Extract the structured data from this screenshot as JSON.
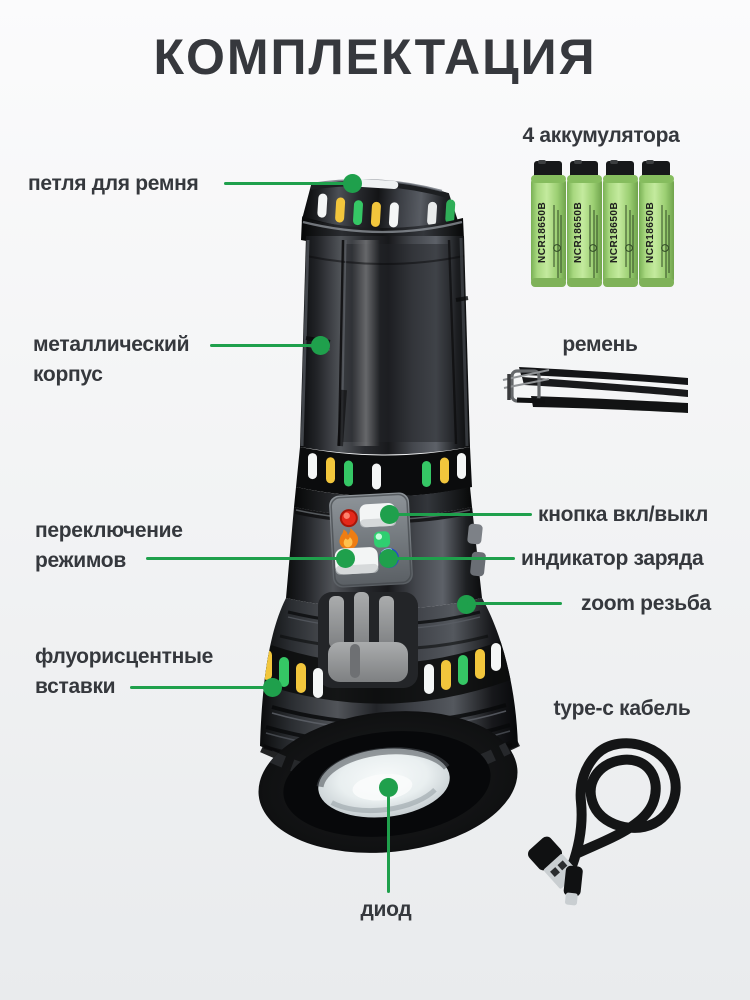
{
  "title": "КОМПЛЕКТАЦИЯ",
  "colors": {
    "accent_green": "#1fa04c",
    "text": "#35383d",
    "insert_yellow": "#f2c63c",
    "insert_green": "#35c765",
    "insert_white": "#f4f6f6",
    "battery_green": "#a6d77e"
  },
  "callouts": {
    "strap_loop": {
      "label": "петля для ремня"
    },
    "metal_body": {
      "label": "металлический корпус"
    },
    "mode_switch": {
      "label": "переключение режимов"
    },
    "fluorescent_inserts": {
      "label": "флуорисцентные вставки"
    },
    "power_button": {
      "label": "кнопка вкл/выкл"
    },
    "charge_indicator": {
      "label": "индикатор заряда"
    },
    "zoom_thread": {
      "label": "zoom резьба"
    },
    "diode": {
      "label": "диод"
    }
  },
  "accessories": {
    "batteries": {
      "label": "4 аккумулятора",
      "cell_model": "NCR18650B",
      "count": 4
    },
    "strap": {
      "label": "ремень"
    },
    "cable": {
      "label": "type-c кабель"
    }
  }
}
